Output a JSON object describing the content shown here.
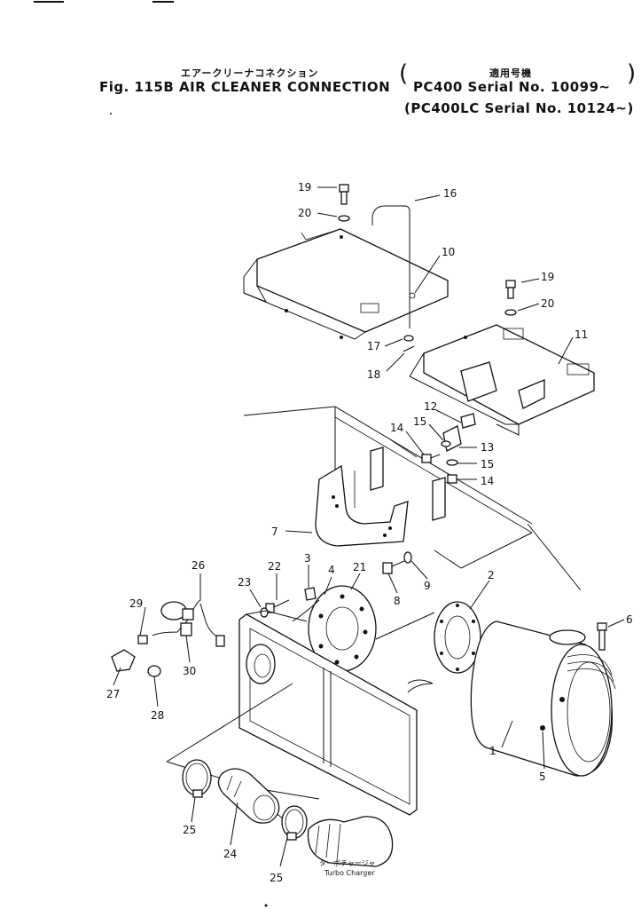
{
  "header": {
    "jp_title": "エアークリーナコネクション",
    "fig_title": "Fig. 115B AIR CLEANER CONNECTION",
    "applicable_label": "適用号機",
    "serial_line_1": "PC400   Serial No. 10099~",
    "serial_line_2": "(PC400LC Serial No. 10124~)"
  },
  "callouts": {
    "c1": "1",
    "c2": "2",
    "c3": "3",
    "c4": "4",
    "c5": "5",
    "c6": "6",
    "c7": "7",
    "c8": "8",
    "c9": "9",
    "c10": "10",
    "c11": "11",
    "c12": "12",
    "c13": "13",
    "c14a": "14",
    "c14b": "14",
    "c15a": "15",
    "c15b": "15",
    "c16": "16",
    "c17": "17",
    "c18": "18",
    "c19a": "19",
    "c19b": "19",
    "c20a": "20",
    "c20b": "20",
    "c21": "21",
    "c22": "22",
    "c23": "23",
    "c24": "24",
    "c25a": "25",
    "c25b": "25",
    "c26": "26",
    "c27": "27",
    "c28": "28",
    "c29": "29",
    "c30": "30"
  },
  "turbo_label_jp": "ターボチャージャ",
  "turbo_label_en": "Turbo Charger"
}
